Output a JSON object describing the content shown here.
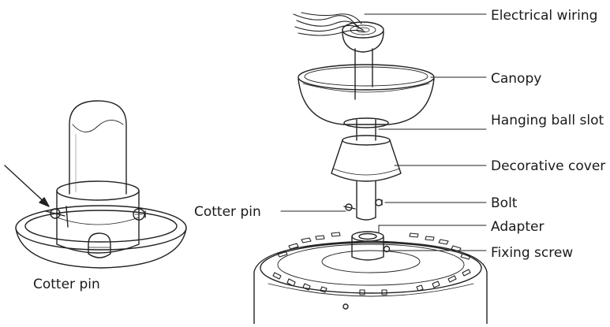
{
  "labels": {
    "electrical_wiring": "Electrical wiring",
    "canopy": "Canopy",
    "hanging_ball_slot": "Hanging ball slot",
    "decorative_cover": "Decorative cover",
    "bolt": "Bolt",
    "adapter": "Adapter",
    "fixing_screw": "Fixing screw",
    "cotter_pin_center": "Cotter pin",
    "cotter_pin_left": "Cotter pin"
  }
}
